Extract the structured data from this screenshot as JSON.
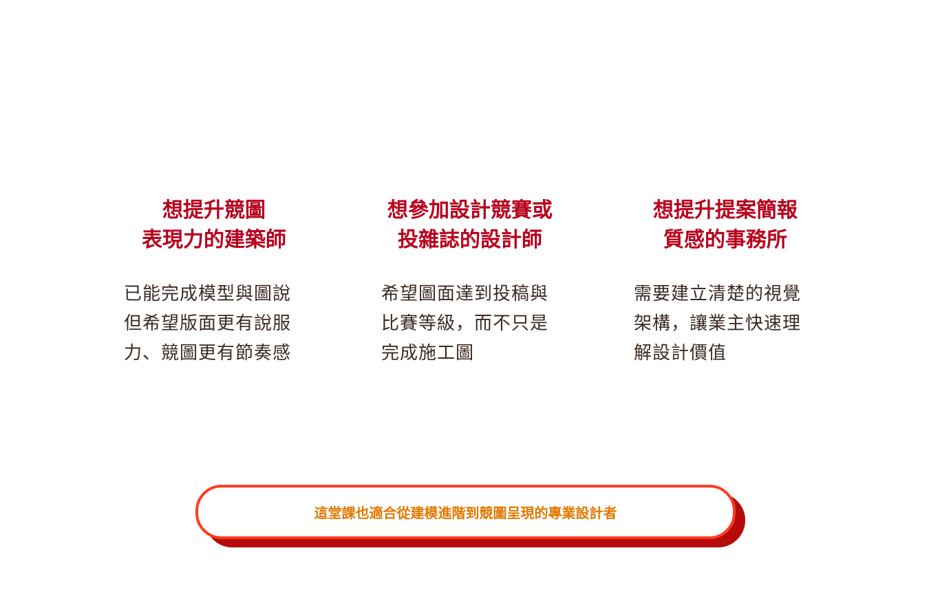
{
  "audiences": [
    {
      "title": [
        "想提升競圖",
        "表現力的建築師"
      ],
      "body": [
        "已能完成模型與圖說",
        "但希望版面更有說服",
        "力、競圖更有節奏感"
      ]
    },
    {
      "title": [
        "想參加設計競賽或",
        "投雜誌的設計師"
      ],
      "body": [
        "希望圖面達到投稿與",
        "比賽等級，而不只是",
        "完成施工圖"
      ]
    },
    {
      "title": [
        "想提升提案簡報",
        "質感的事務所"
      ],
      "body": [
        "需要建立清楚的視覺",
        "架構，讓業主快速理",
        "解設計價值"
      ]
    }
  ],
  "cta": {
    "label": "這堂課也適合從建模進階到競圖呈現的專業設計者"
  },
  "colors": {
    "title": "#b8001c",
    "body": "#3b2b24",
    "cta_text": "#e27800",
    "cta_border": "#ff3a1e",
    "cta_shadow": "#b50b0b"
  }
}
